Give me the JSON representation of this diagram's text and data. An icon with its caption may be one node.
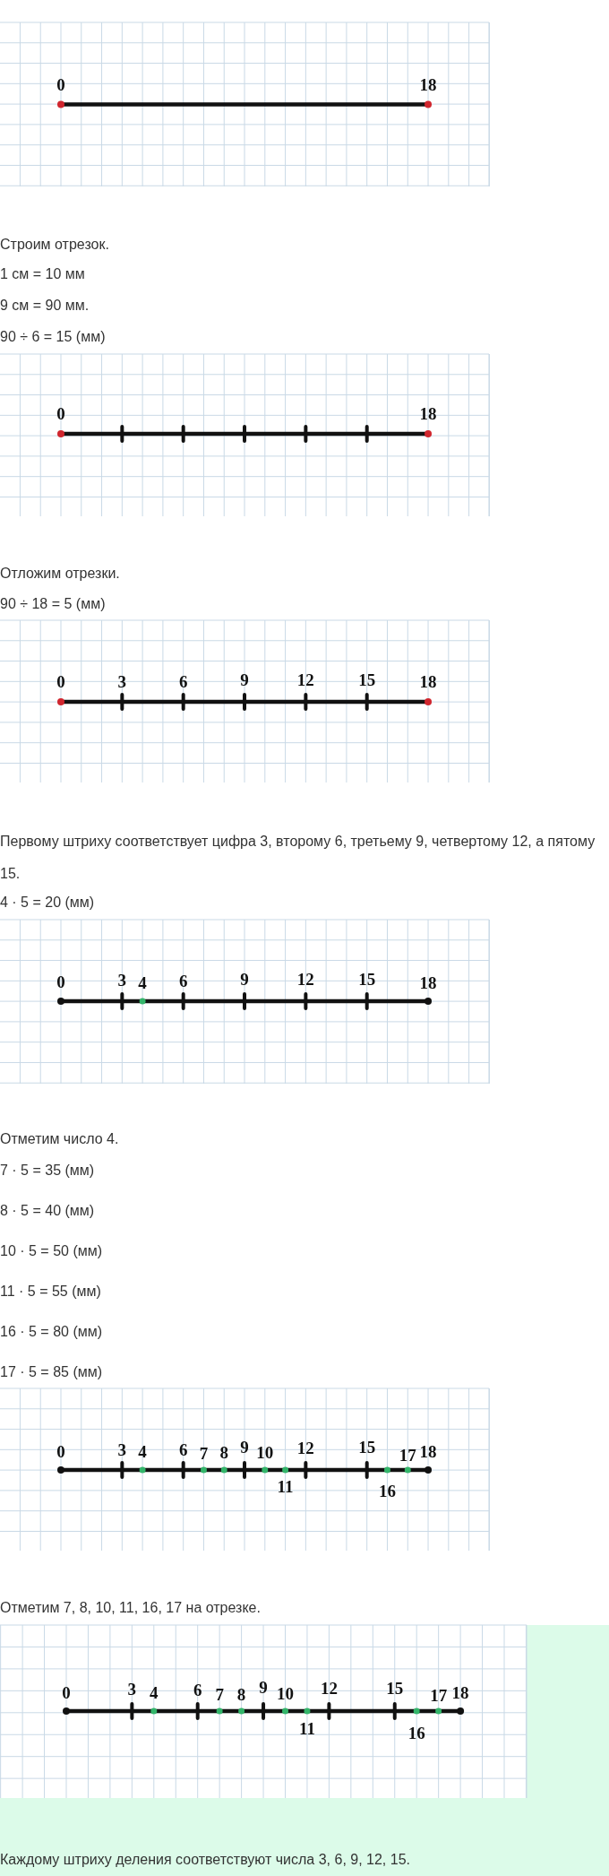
{
  "diagram": {
    "labels": [
      "0",
      "18",
      "Строим отрезок.",
      "1 см = 10 мм",
      "9 см = 90 мм.",
      "90 ÷ 6 = 15 (мм)",
      "0",
      "18",
      "Отложим отрезки.",
      "90 ÷ 18 = 5 (мм)",
      "0",
      "3",
      "6",
      "9",
      "12",
      "15",
      "18",
      "Первому штриху соответствует цифра 3, второму 6, третьему 9, четвертому 12, а пятому 15.",
      "4 · 5 = 20 (мм)",
      "0",
      "3",
      "4",
      "6",
      "9",
      "12",
      "15",
      "18",
      "Отметим число 4.",
      "7 · 5 = 35 (мм)",
      "8 · 5 = 40 (мм)",
      "10 · 5 = 50 (мм)",
      "11 · 5 = 55 (мм)",
      "16 · 5 = 80 (мм)",
      "17 · 5 = 85 (мм)",
      "0",
      "3",
      "4",
      "6",
      "7",
      "8",
      "9",
      "10",
      "11",
      "12",
      "15",
      "16",
      "17",
      "18",
      "Отметим 7, 8, 10, 11, 16, 17 на отрезке.",
      "0",
      "3",
      "4",
      "6",
      "7",
      "8",
      "9",
      "10",
      "11",
      "12",
      "15",
      "16",
      "17",
      "18",
      "Каждому штриху деления соответствуют числа 3, 6, 9, 12, 15."
    ]
  }
}
